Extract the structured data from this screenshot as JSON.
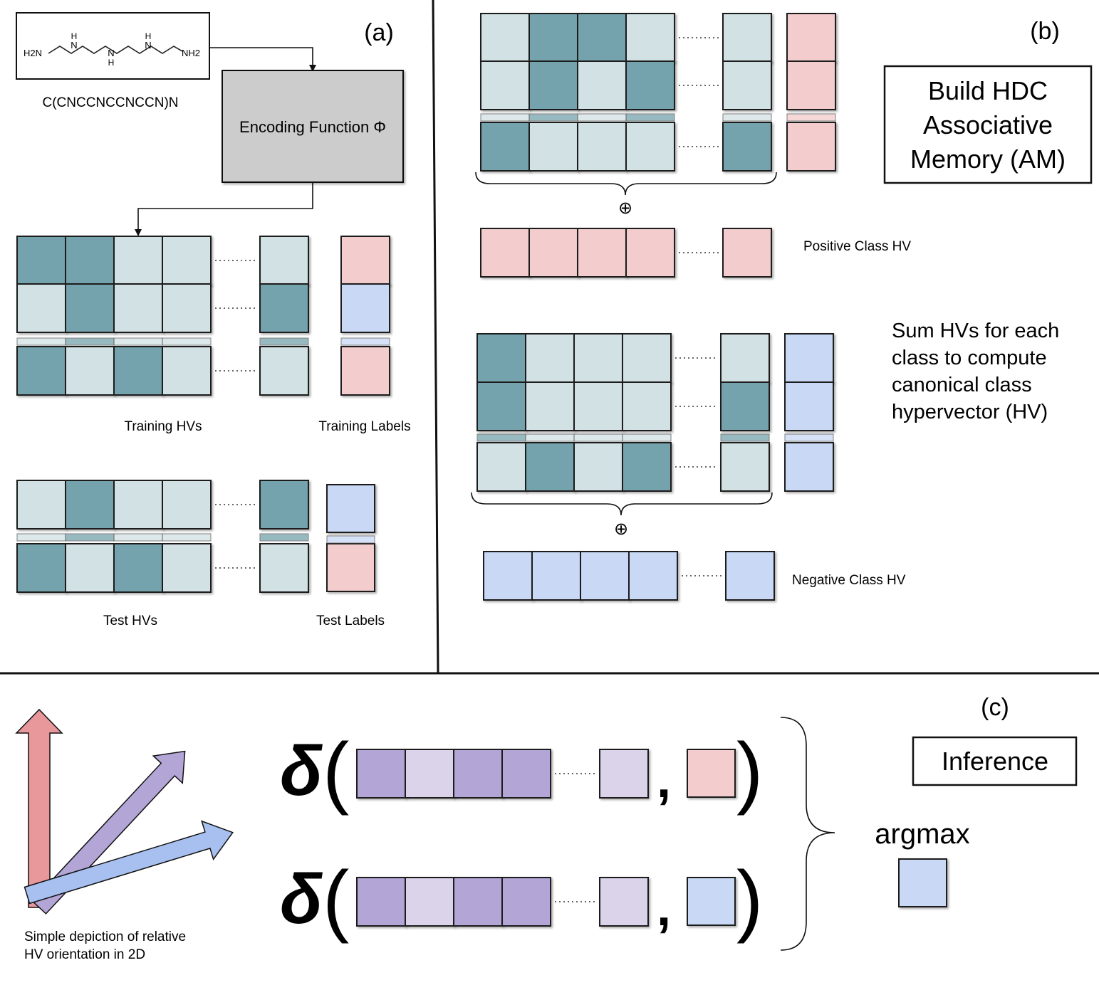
{
  "colors": {
    "dark": "#75a3ad",
    "light": "#d2e1e4",
    "pink": "#f3cccd",
    "blue": "#c8d8f5",
    "purple_dark": "#b3a5d6",
    "purple_light": "#dbd3ea",
    "arrow_red": "#e8979a",
    "arrow_purple": "#b3a5d6",
    "arrow_blue": "#a7c0f0",
    "encoder_fill": "#cccccc"
  },
  "panel_a": {
    "label": "(a)",
    "molecule_smiles": "C(CNCCNCCNCCN)N",
    "molecule_atoms": [
      "H2N",
      "H",
      "N",
      "N",
      "H",
      "H",
      "N",
      "NH2"
    ],
    "encoder_label": "Encoding Function Φ",
    "training_hvs_label": "Training HVs",
    "training_labels_label": "Training Labels",
    "test_hvs_label": "Test HVs",
    "test_labels_label": "Test Labels",
    "training_rows": [
      [
        "dark",
        "dark",
        "light",
        "light",
        "light"
      ],
      [
        "light",
        "dark",
        "light",
        "light",
        "dark"
      ],
      [
        "dark",
        "light",
        "dark",
        "light",
        "light"
      ]
    ],
    "training_row_labels": [
      "pink",
      "blue",
      "pink"
    ],
    "test_rows": [
      [
        "light",
        "dark",
        "light",
        "light",
        "dark"
      ],
      [
        "dark",
        "light",
        "dark",
        "light",
        "light"
      ]
    ],
    "test_row_labels": [
      "blue",
      "pink"
    ]
  },
  "panel_b": {
    "label": "(b)",
    "title_lines": [
      "Build HDC",
      "Associative",
      "Memory (AM)"
    ],
    "description_lines": [
      "Sum HVs for each",
      "class to compute",
      "canonical class",
      "hypervector (HV)"
    ],
    "sum_symbol": "⊕",
    "positive_label": "Positive Class HV",
    "negative_label": "Negative Class HV",
    "positive_rows": [
      [
        "light",
        "dark",
        "dark",
        "light",
        "light"
      ],
      [
        "light",
        "dark",
        "light",
        "dark",
        "light"
      ],
      [
        "dark",
        "light",
        "light",
        "light",
        "dark"
      ]
    ],
    "negative_rows": [
      [
        "dark",
        "light",
        "light",
        "light",
        "light"
      ],
      [
        "dark",
        "light",
        "light",
        "light",
        "dark"
      ],
      [
        "light",
        "dark",
        "light",
        "dark",
        "light"
      ]
    ]
  },
  "panel_c": {
    "label": "(c)",
    "title": "Inference",
    "delta_symbol": "δ",
    "open_paren": "(",
    "close_paren": ")",
    "comma": ",",
    "argmax_label": "argmax",
    "depiction_lines": [
      "Simple depiction of relative",
      "HV orientation in 2D"
    ],
    "query_cells": [
      "purple_dark",
      "purple_light",
      "purple_dark",
      "purple_dark",
      "purple_light"
    ],
    "class_cells": [
      "pink",
      "blue"
    ],
    "result_cell": "blue"
  }
}
